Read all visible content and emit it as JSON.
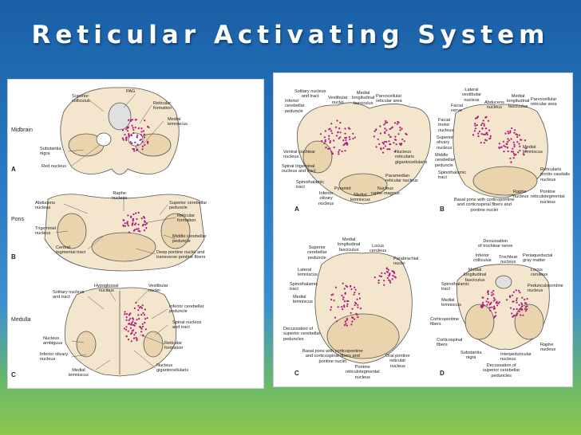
{
  "title": "Reticular Activating System",
  "colors": {
    "accent_dots": "#b0187e",
    "tissue": "#ecd9b8",
    "outline": "#555555"
  },
  "left_panel": {
    "levels": {
      "midbrain": "Midbrain",
      "pons": "Pons",
      "medulla": "Medulla"
    },
    "letters": {
      "a": "A",
      "b": "B",
      "c": "C"
    },
    "labels": {
      "pag": "PAG",
      "superior_colliculus": "Superior\ncolliculus",
      "reticular_formation_a": "Reticular\nformation",
      "medial_lemniscus_a": "Medial\nlemniscus",
      "substantia_nigra": "Substantia\nnigra",
      "red_nucleus": "Red nucleus",
      "raphe_nucleus": "Raphe\nnucleus",
      "abducens_nucleus": "Abducens\nnucleus",
      "superior_cerebellar_peduncle": "Superior cerebellar\npeduncle",
      "reticular_formation_b": "Reticular\nformation",
      "trigeminal_nucleus": "Trigeminal\nnucleus",
      "middle_cerebellar_peduncle": "Middle cerebellar\npeduncle",
      "central_tegmental_tract": "Central\ntegmental tract",
      "deep_pontine_nuclei": "Deep pontine nuclei and\ntransverse pontine fibers",
      "hypoglossal_nucleus": "Hypoglossal\nnucleus",
      "vestibular_nuclei": "Vestibular\nnuclei",
      "solitary_nucleus": "Solitary nucleus\nand tract",
      "inferior_cerebellar_peduncle": "Inferior cerebellar\npeduncle",
      "spinal_nucleus": "Spinal nucleus\nand tract",
      "nucleus_ambiguus": "Nucleus\nambiguus",
      "reticular_formation_c": "Reticular\nformation",
      "inferior_olivary_nucleus": "Inferior olivary\nnucleus",
      "nucleus_gigantocellularis": "Nucleus\ngigantocellularis",
      "medial_lemniscus_c": "Medial\nlemniscus"
    }
  },
  "right_panel": {
    "letters": {
      "a": "A",
      "b": "B",
      "c": "C",
      "d": "D"
    },
    "a": {
      "solitary": "Solitary nucleus\nand tract",
      "inferior_cerebellar": "Inferior\ncerebellar\npeduncle",
      "vestibular": "Vestibular\nnuclei",
      "mlf": "Medial\nlongitudinal\nfasciculus",
      "parvocellular": "Parvocellular\nreticular area",
      "ventral_cochlear": "Ventral cochlear\nnucleus",
      "spinal_trigeminal": "Spinal trigeminal\nnucleus and tract",
      "spinothalamic": "Spinothalamic\ntract",
      "inferior_olivary": "Inferior\nolivary\nnucleus",
      "pyramid": "Pyramid",
      "medial_lemniscus": "Medial\nlemniscus",
      "nucleus_raphe_magnus": "Nucleus\nraphe magnus",
      "paramedian": "Paramedian\nreticular nucleus",
      "gigantocellularis": "Nucleus\nreticularis\ngigantocellularis"
    },
    "b": {
      "lateral_vestibular": "Lateral\nvestibular\nnucleus",
      "facial_nerve": "Facial\nnerve",
      "abducens": "Abducens\nnucleus",
      "mlf": "Medial\nlongitudinal\nfasciculus",
      "parvocellular": "Parvocellular\nreticular area",
      "facial_motor": "Facial\nmotor\nnucleus",
      "superior_olivary": "Superior\nolivary\nnucleus",
      "middle_cerebellar": "Middle\ncerebellar\npeduncle",
      "spinothalamic": "Spinothalamic\ntract",
      "medial_lemniscus": "Medial\nlemniscus",
      "pontis_caudalis": "Reticularis\npontis caudalis\nnucleus",
      "raphe": "Raphe\nnucleus",
      "pontine_reticulotegmental": "Pontine\nreticulotegmental\nnucleus",
      "basal_pons": "Basal pons with corticopontine\nand corticospinal fibers and\npontine nuclei"
    },
    "c": {
      "superior_cerebellar": "Superior\ncerebellar\npeduncle",
      "mlf": "Medial\nlongitudinal\nfasciculus",
      "locus": "Locus\nceruleus",
      "lateral_lemniscus": "Lateral\nlemniscus",
      "parabrachial": "Parabrachial\nnuclei",
      "spinothalamic": "Spinothalamic\ntract",
      "medial_lemniscus": "Medial\nlemniscus",
      "decussation": "Decussation of\nsuperior cerebellar\npeduncles",
      "basal_pons": "Basal pons with corticopontine\nand corticospinal fibers and\npontine nuclei",
      "oral_pontine": "Oral pontine\nreticular\nnucleus",
      "pontine_reticulotegmental": "Pontine\nreticulotegmental\nnucleus"
    },
    "d": {
      "decussation_trochlear": "Decussation\nof trochlear nerve",
      "inferior_colliculus": "Inferior\ncolliculus",
      "trochlear": "Trochlear\nnucleus",
      "periaqueductal": "Periaqueductal\ngray matter",
      "mlf": "Medial\nlongitudinal\nfasciculus",
      "locus": "Locus\nceruleus",
      "spinothalamic": "Spinothalamic\ntract",
      "pedunculopontine": "Pedunculopontine\nnucleus",
      "medial_lemniscus": "Medial\nlemniscus",
      "corticopontine": "Corticopontine\nfibers",
      "corticospinal": "Corticospinal\nfibers",
      "substantia_nigra": "Substantia\nnigra",
      "interpeduncular": "Interpeduncular\nnucleus",
      "raphe": "Raphe\nnucleus",
      "decussation_superior": "Decussation of\nsuperior cerebellar\npeduncles"
    }
  }
}
